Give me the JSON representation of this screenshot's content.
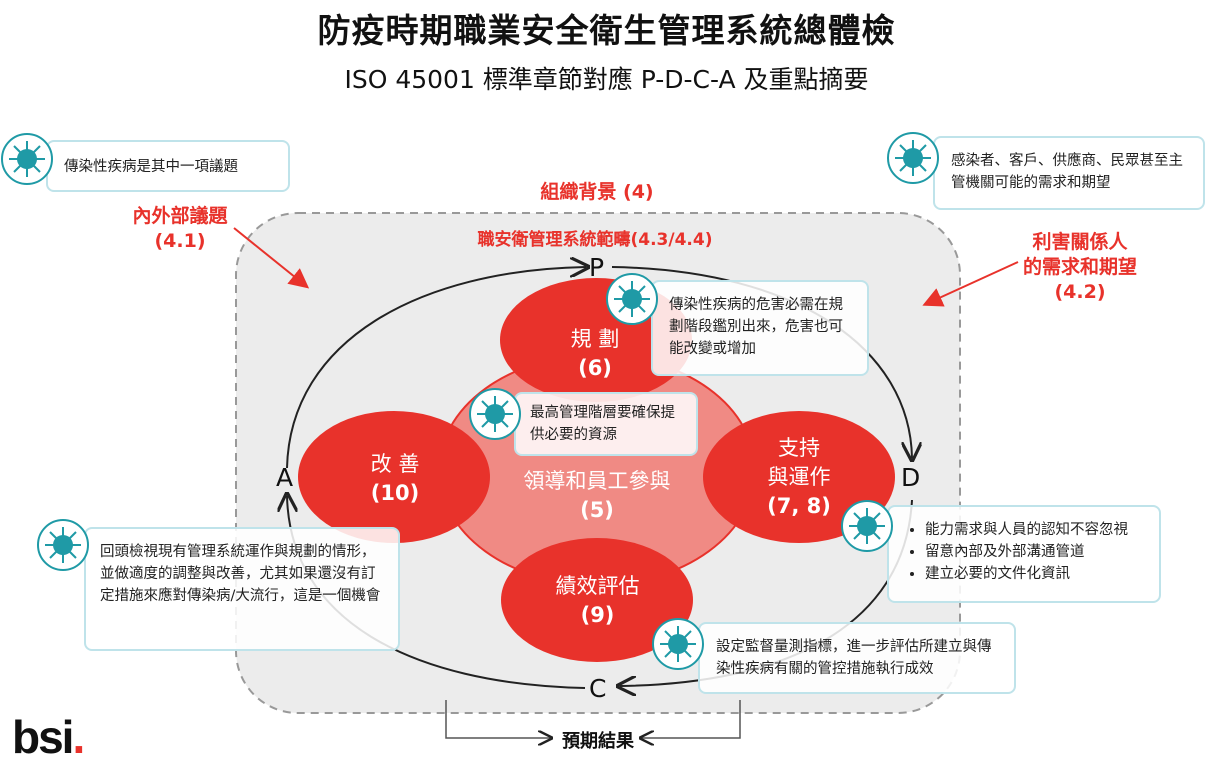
{
  "title": "防疫時期職業安全衛生管理系統總體檢",
  "subtitle": "ISO 45001 標準章節對應 P-D-C-A 及重點摘要",
  "context_label": "組織背景 (4)",
  "scope_label": "職安衛管理系統範疇(4.3/4.4)",
  "issues_label": {
    "line1": "內外部議題",
    "line2": "(4.1)"
  },
  "stakeholder_label": {
    "line1": "利害關係人",
    "line2": "的需求和期望",
    "line3": "(4.2)"
  },
  "pdca": {
    "p": "P",
    "d": "D",
    "c": "C",
    "a": "A"
  },
  "clauses": {
    "planning": {
      "name": "規 劃",
      "num": "(6)"
    },
    "support": {
      "name1": "支持",
      "name2": "與運作",
      "num": "(7, 8)"
    },
    "improvement": {
      "name": "改 善",
      "num": "(10)"
    },
    "evaluation": {
      "name": "績效評估",
      "num": "(9)"
    },
    "leadership": {
      "name": "領導和員工參與",
      "num": "(5)"
    }
  },
  "notes": {
    "issues": "傳染性疾病是其中一項議題",
    "stakeholders": "感染者、客戶、供應商、民眾甚至主管機關可能的需求和期望",
    "planning": "傳染性疾病的危害必需在規劃階段鑑別出來，危害也可能改變或增加",
    "leadership": "最高管理階層要確保提供必要的資源",
    "support_items": [
      "能力需求與人員的認知不容忽視",
      "留意內部及外部溝通管道",
      "建立必要的文件化資訊"
    ],
    "improvement": "回頭檢視現有管理系統運作與規劃的情形，並做適度的調整與改善，尤其如果還沒有訂定措施來應對傳染病/大流行，這是一個機會",
    "evaluation": "設定監督量測指標，進一步評估所建立與傳染性疾病有關的管控措施執行成效"
  },
  "expected_results": "預期結果",
  "logo": {
    "text": "bsi",
    "dot": "."
  },
  "colors": {
    "red": "#e8322b",
    "pink": "#f08a84",
    "gray_panel": "#ececec",
    "virus": "#1f9aa6",
    "note_border": "#bfe3ea"
  },
  "icons": [
    "virus-icon",
    "arrow-icon"
  ]
}
